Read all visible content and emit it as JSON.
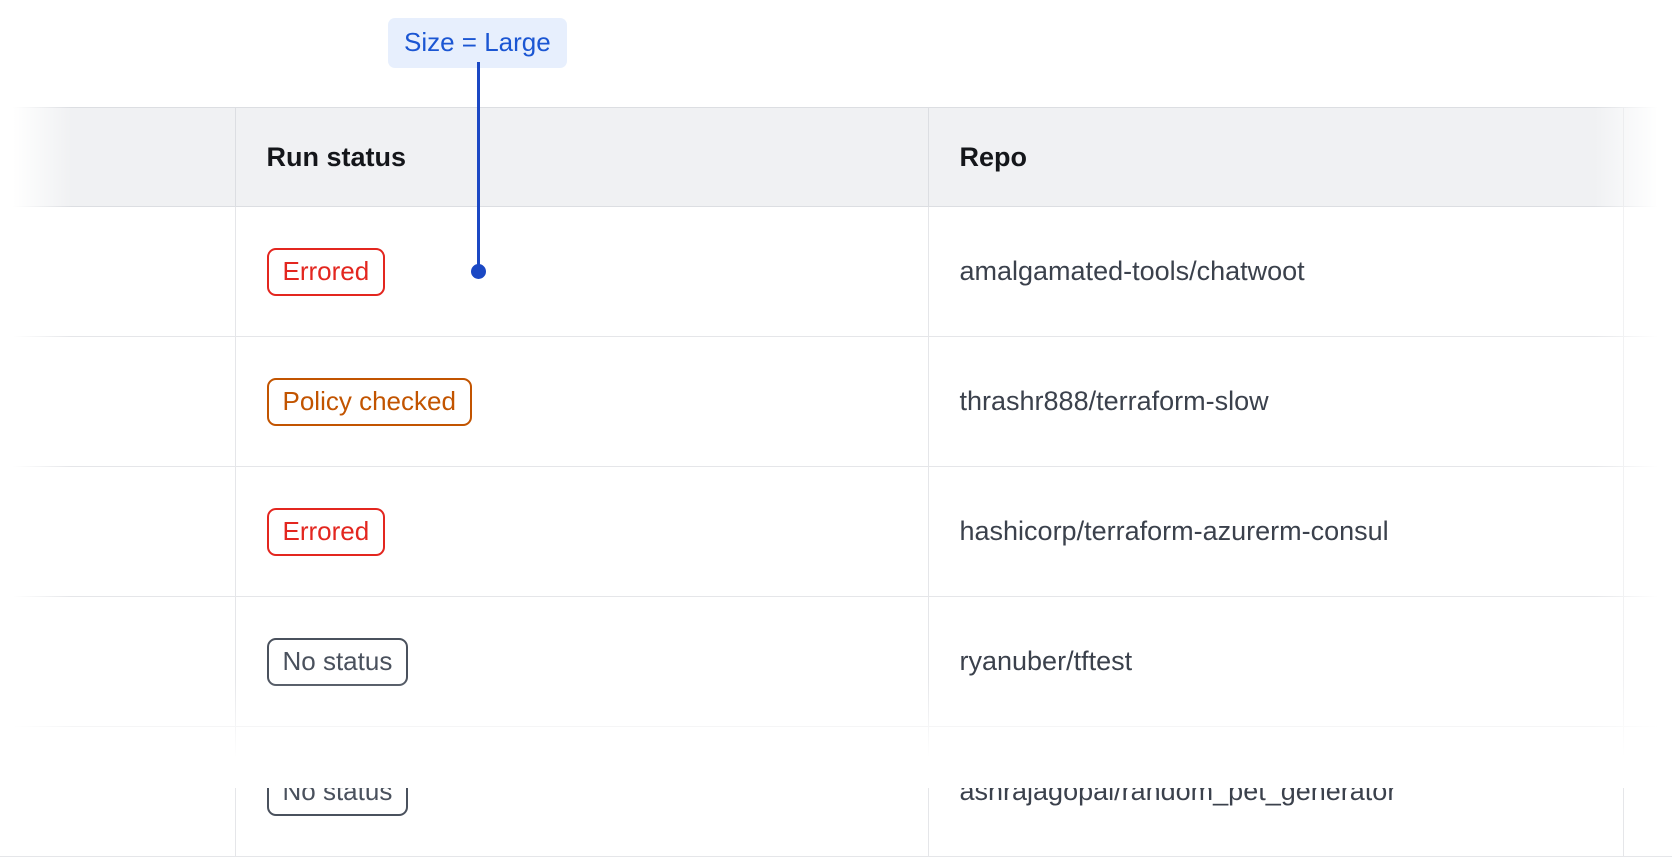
{
  "annotation": {
    "label": "Size = Large",
    "chip_bg": "#e7effd",
    "chip_text_color": "#1b56d3",
    "line_color": "#1b48c4"
  },
  "table": {
    "columns": [
      {
        "key": "spacer",
        "label": ""
      },
      {
        "key": "run_status",
        "label": "Run status"
      },
      {
        "key": "repo",
        "label": "Repo"
      },
      {
        "key": "tail",
        "label": ""
      }
    ],
    "rows": [
      {
        "run_status": "Errored",
        "status_kind": "errored",
        "repo": "amalgamated-tools/chatwoot"
      },
      {
        "run_status": "Policy checked",
        "status_kind": "policy-checked",
        "repo": "thrashr888/terraform-slow"
      },
      {
        "run_status": "Errored",
        "status_kind": "errored",
        "repo": "hashicorp/terraform-azurerm-consul"
      },
      {
        "run_status": "No status",
        "status_kind": "no-status",
        "repo": "ryanuber/tftest"
      },
      {
        "run_status": "No status",
        "status_kind": "no-status",
        "repo": "ashrajagopal/random_pet_generator"
      }
    ],
    "status_colors": {
      "errored": "#e3261f",
      "policy-checked": "#c25400",
      "no-status": "#4a515d"
    }
  }
}
